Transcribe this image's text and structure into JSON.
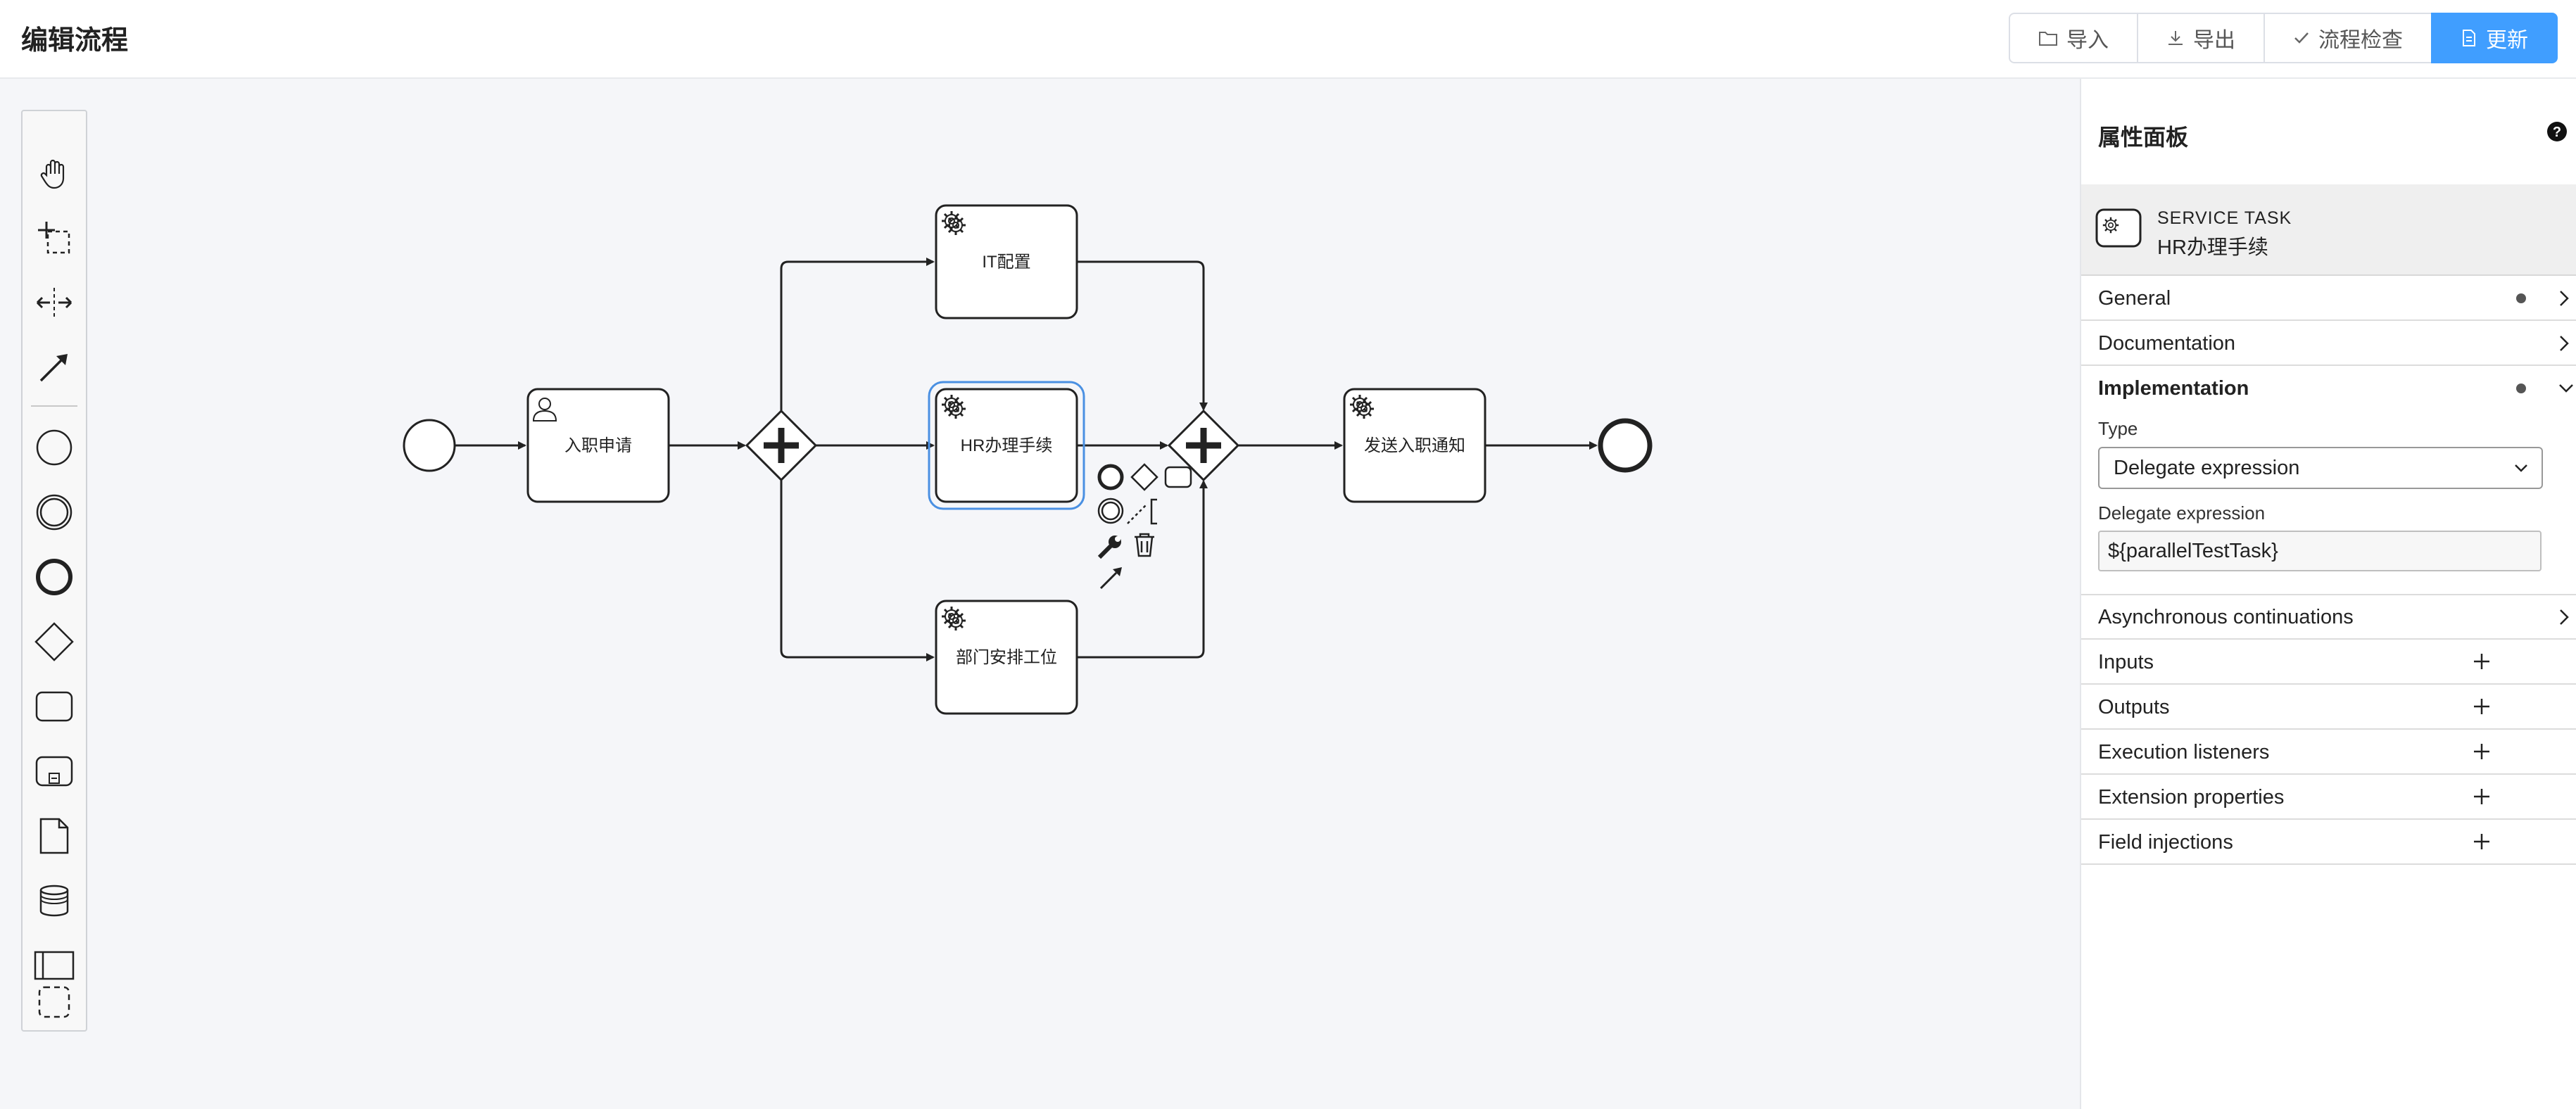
{
  "header": {
    "title": "编辑流程",
    "buttons": {
      "import": "导入",
      "export": "导出",
      "check": "流程检查",
      "update": "更新"
    }
  },
  "palette": {
    "tools": [
      "hand-tool-icon",
      "lasso-tool-icon",
      "space-tool-icon",
      "global-connect-icon"
    ],
    "elements": [
      "start-event-icon",
      "intermediate-event-icon",
      "end-event-icon",
      "gateway-icon",
      "task-icon",
      "subprocess-icon",
      "data-object-icon",
      "data-store-icon",
      "pool-icon",
      "group-icon"
    ]
  },
  "diagram": {
    "nodes": {
      "apply": "入职申请",
      "it": "IT配置",
      "hr": "HR办理手续",
      "dept": "部门安排工位",
      "notify": "发送入职通知"
    }
  },
  "properties": {
    "title": "属性面板",
    "selected_type": "SERVICE TASK",
    "selected_name": "HR办理手续",
    "groups": {
      "general": "General",
      "documentation": "Documentation",
      "implementation": "Implementation",
      "async": "Asynchronous continuations",
      "inputs": "Inputs",
      "outputs": "Outputs",
      "execution_listeners": "Execution listeners",
      "extension_properties": "Extension properties",
      "field_injections": "Field injections"
    },
    "implementation": {
      "type_label": "Type",
      "type_value": "Delegate expression",
      "delegate_label": "Delegate expression",
      "delegate_value": "${parallelTestTask}"
    }
  },
  "colors": {
    "primary": "#409eff",
    "canvas_bg": "#f5f6f9",
    "selection": "#4a90e2"
  }
}
